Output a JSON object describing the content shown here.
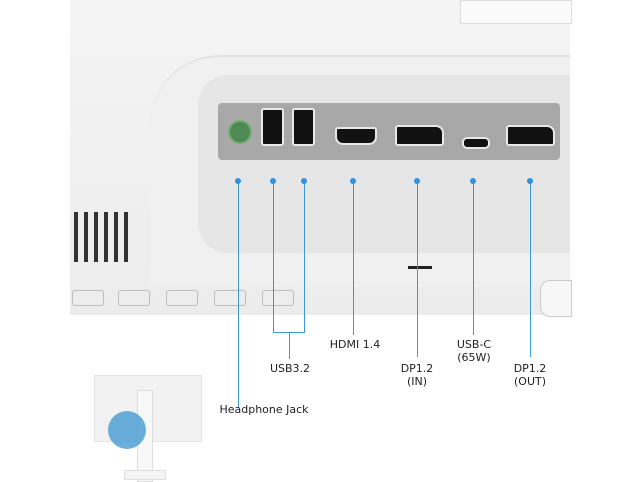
{
  "labels": {
    "headphone": "Headphone Jack",
    "usb": "USB3.2",
    "hdmi": "HDMI 1.4",
    "dp_in_1": "DP1.2",
    "dp_in_2": "(IN)",
    "usbc_1": "USB-C",
    "usbc_2": "(65W)",
    "dp_out_1": "DP1.2",
    "dp_out_2": "(OUT)"
  },
  "colors": {
    "accent": "#3a9ad9",
    "panel": "#a8a8a8"
  }
}
